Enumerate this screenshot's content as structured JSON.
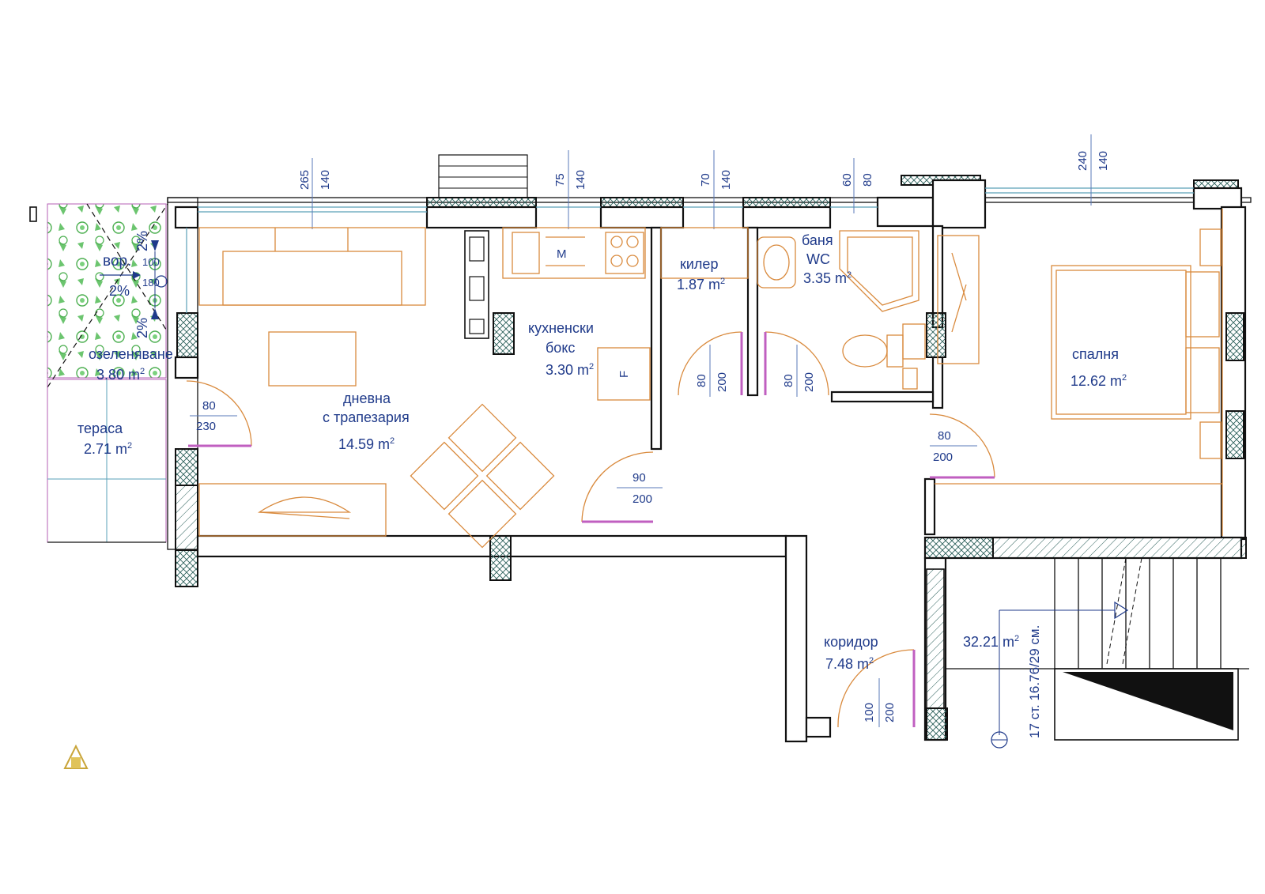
{
  "rooms": [
    {
      "id": "dnevna",
      "line1": "дневна",
      "line2": "с трапезария",
      "area": "14.59 m",
      "sup": "2"
    },
    {
      "id": "kuhnya",
      "line1": "кухненски",
      "line2": "бокс",
      "area": "3.30 m",
      "sup": "2"
    },
    {
      "id": "kiler",
      "line1": "килер",
      "area": "1.87 m",
      "sup": "2"
    },
    {
      "id": "banya",
      "line1": "баня",
      "line2": "WC",
      "area": "3.35 m",
      "sup": "2"
    },
    {
      "id": "spalnya",
      "line1": "спалня",
      "area": "12.62 m",
      "sup": "2"
    },
    {
      "id": "koridor",
      "line1": "коридор",
      "area": "7.48 m",
      "sup": "2"
    },
    {
      "id": "terasa",
      "line1": "тераса",
      "area": "2.71 m",
      "sup": "2"
    },
    {
      "id": "ozelenyavane",
      "line1": "озеленяване",
      "area": "3.80 m",
      "sup": "2"
    },
    {
      "id": "stairs",
      "area": "32.21 m",
      "sup": "2",
      "note": "17 ст. 16.76/29 см."
    }
  ],
  "windows": [
    {
      "w": "265",
      "h": "140"
    },
    {
      "w": "75",
      "h": "140"
    },
    {
      "w": "70",
      "h": "140"
    },
    {
      "w": "60",
      "h": "80"
    },
    {
      "w": "240",
      "h": "140"
    }
  ],
  "doors": [
    {
      "w": "80",
      "h": "230"
    },
    {
      "w": "90",
      "h": "200"
    },
    {
      "w": "80",
      "h": "200"
    },
    {
      "w": "80",
      "h": "200"
    },
    {
      "w": "80",
      "h": "200"
    },
    {
      "w": "100",
      "h": "200"
    }
  ],
  "roof_marks": {
    "vor": "вор.",
    "slope": "2%",
    "v1": "100",
    "v2": "180"
  },
  "appliance_marks": {
    "sink_mark": "M",
    "fridge_mark": "F"
  },
  "colors": {
    "text": "#1f3a8a",
    "furniture": "#d98a3d",
    "wall": "#111111",
    "door_leaf": "#c05fc0",
    "greenery": "#4caf50"
  }
}
